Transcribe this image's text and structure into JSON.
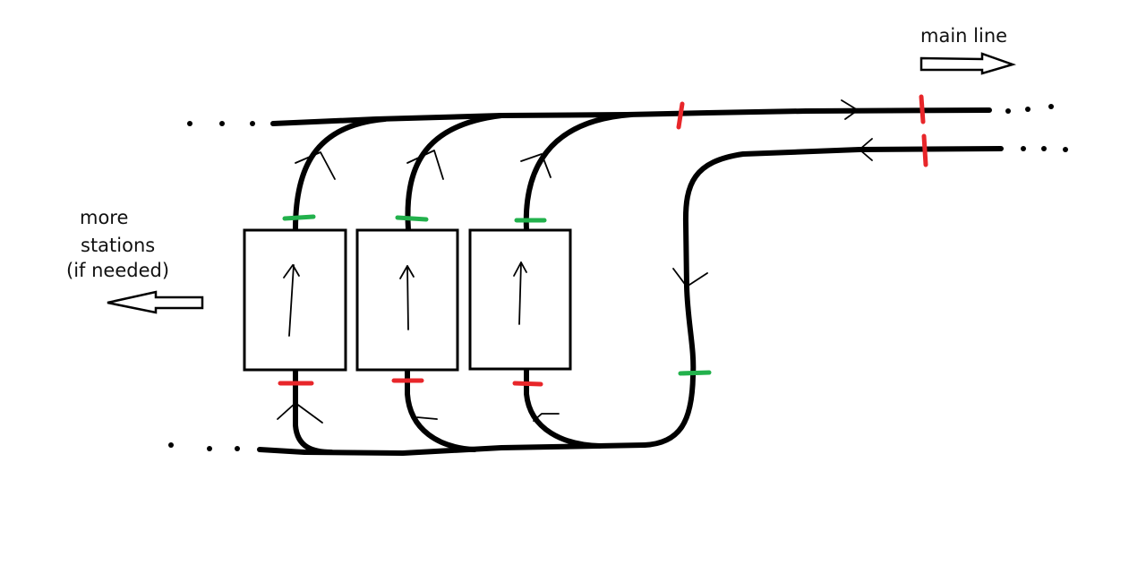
{
  "labels": {
    "main_line": "main line",
    "more_stations": [
      "more",
      "stations",
      "(if needed)"
    ]
  },
  "colors": {
    "track": "#000000",
    "signal_red": "#e8262a",
    "signal_green": "#22b14c",
    "background": "#ffffff"
  },
  "icons": {
    "main_line_arrow": "hollow-arrow-right-icon",
    "more_stations_arrow": "hollow-arrow-left-icon",
    "station_direction": "arrow-up-icon"
  },
  "counts": {
    "stations": 3
  }
}
